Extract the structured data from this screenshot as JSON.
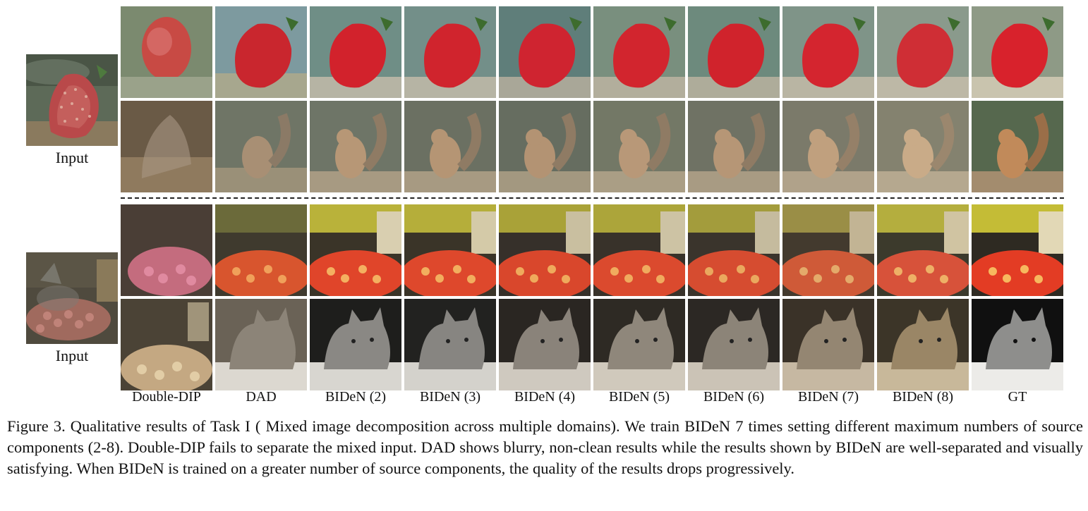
{
  "figure": {
    "input_label": "Input",
    "column_labels": [
      "Double-DIP",
      "DAD",
      "BIDeN (2)",
      "BIDeN (3)",
      "BIDeN (4)",
      "BIDeN (5)",
      "BIDeN (6)",
      "BIDeN (7)",
      "BIDeN (8)",
      "GT"
    ],
    "caption": "Figure 3. Qualitative results of Task I ( Mixed image decomposition across multiple domains). We train BIDeN 7 times setting different maximum numbers of source components (2-8). Double-DIP fails to separate the mixed input. DAD shows blurry, non-clean results while the results shown by BIDeN are well-separated and visually satisfying. When BIDeN is trained on a greater number of source components, the quality of the results drops progressively."
  },
  "example_1": {
    "input": "mixed strawberry and squirrel photo",
    "row_1": "strawberry",
    "row_2": "squirrel"
  },
  "example_2": {
    "input": "mixed fruit market and cat photo",
    "row_1": "fruit market",
    "row_2": "cat"
  }
}
